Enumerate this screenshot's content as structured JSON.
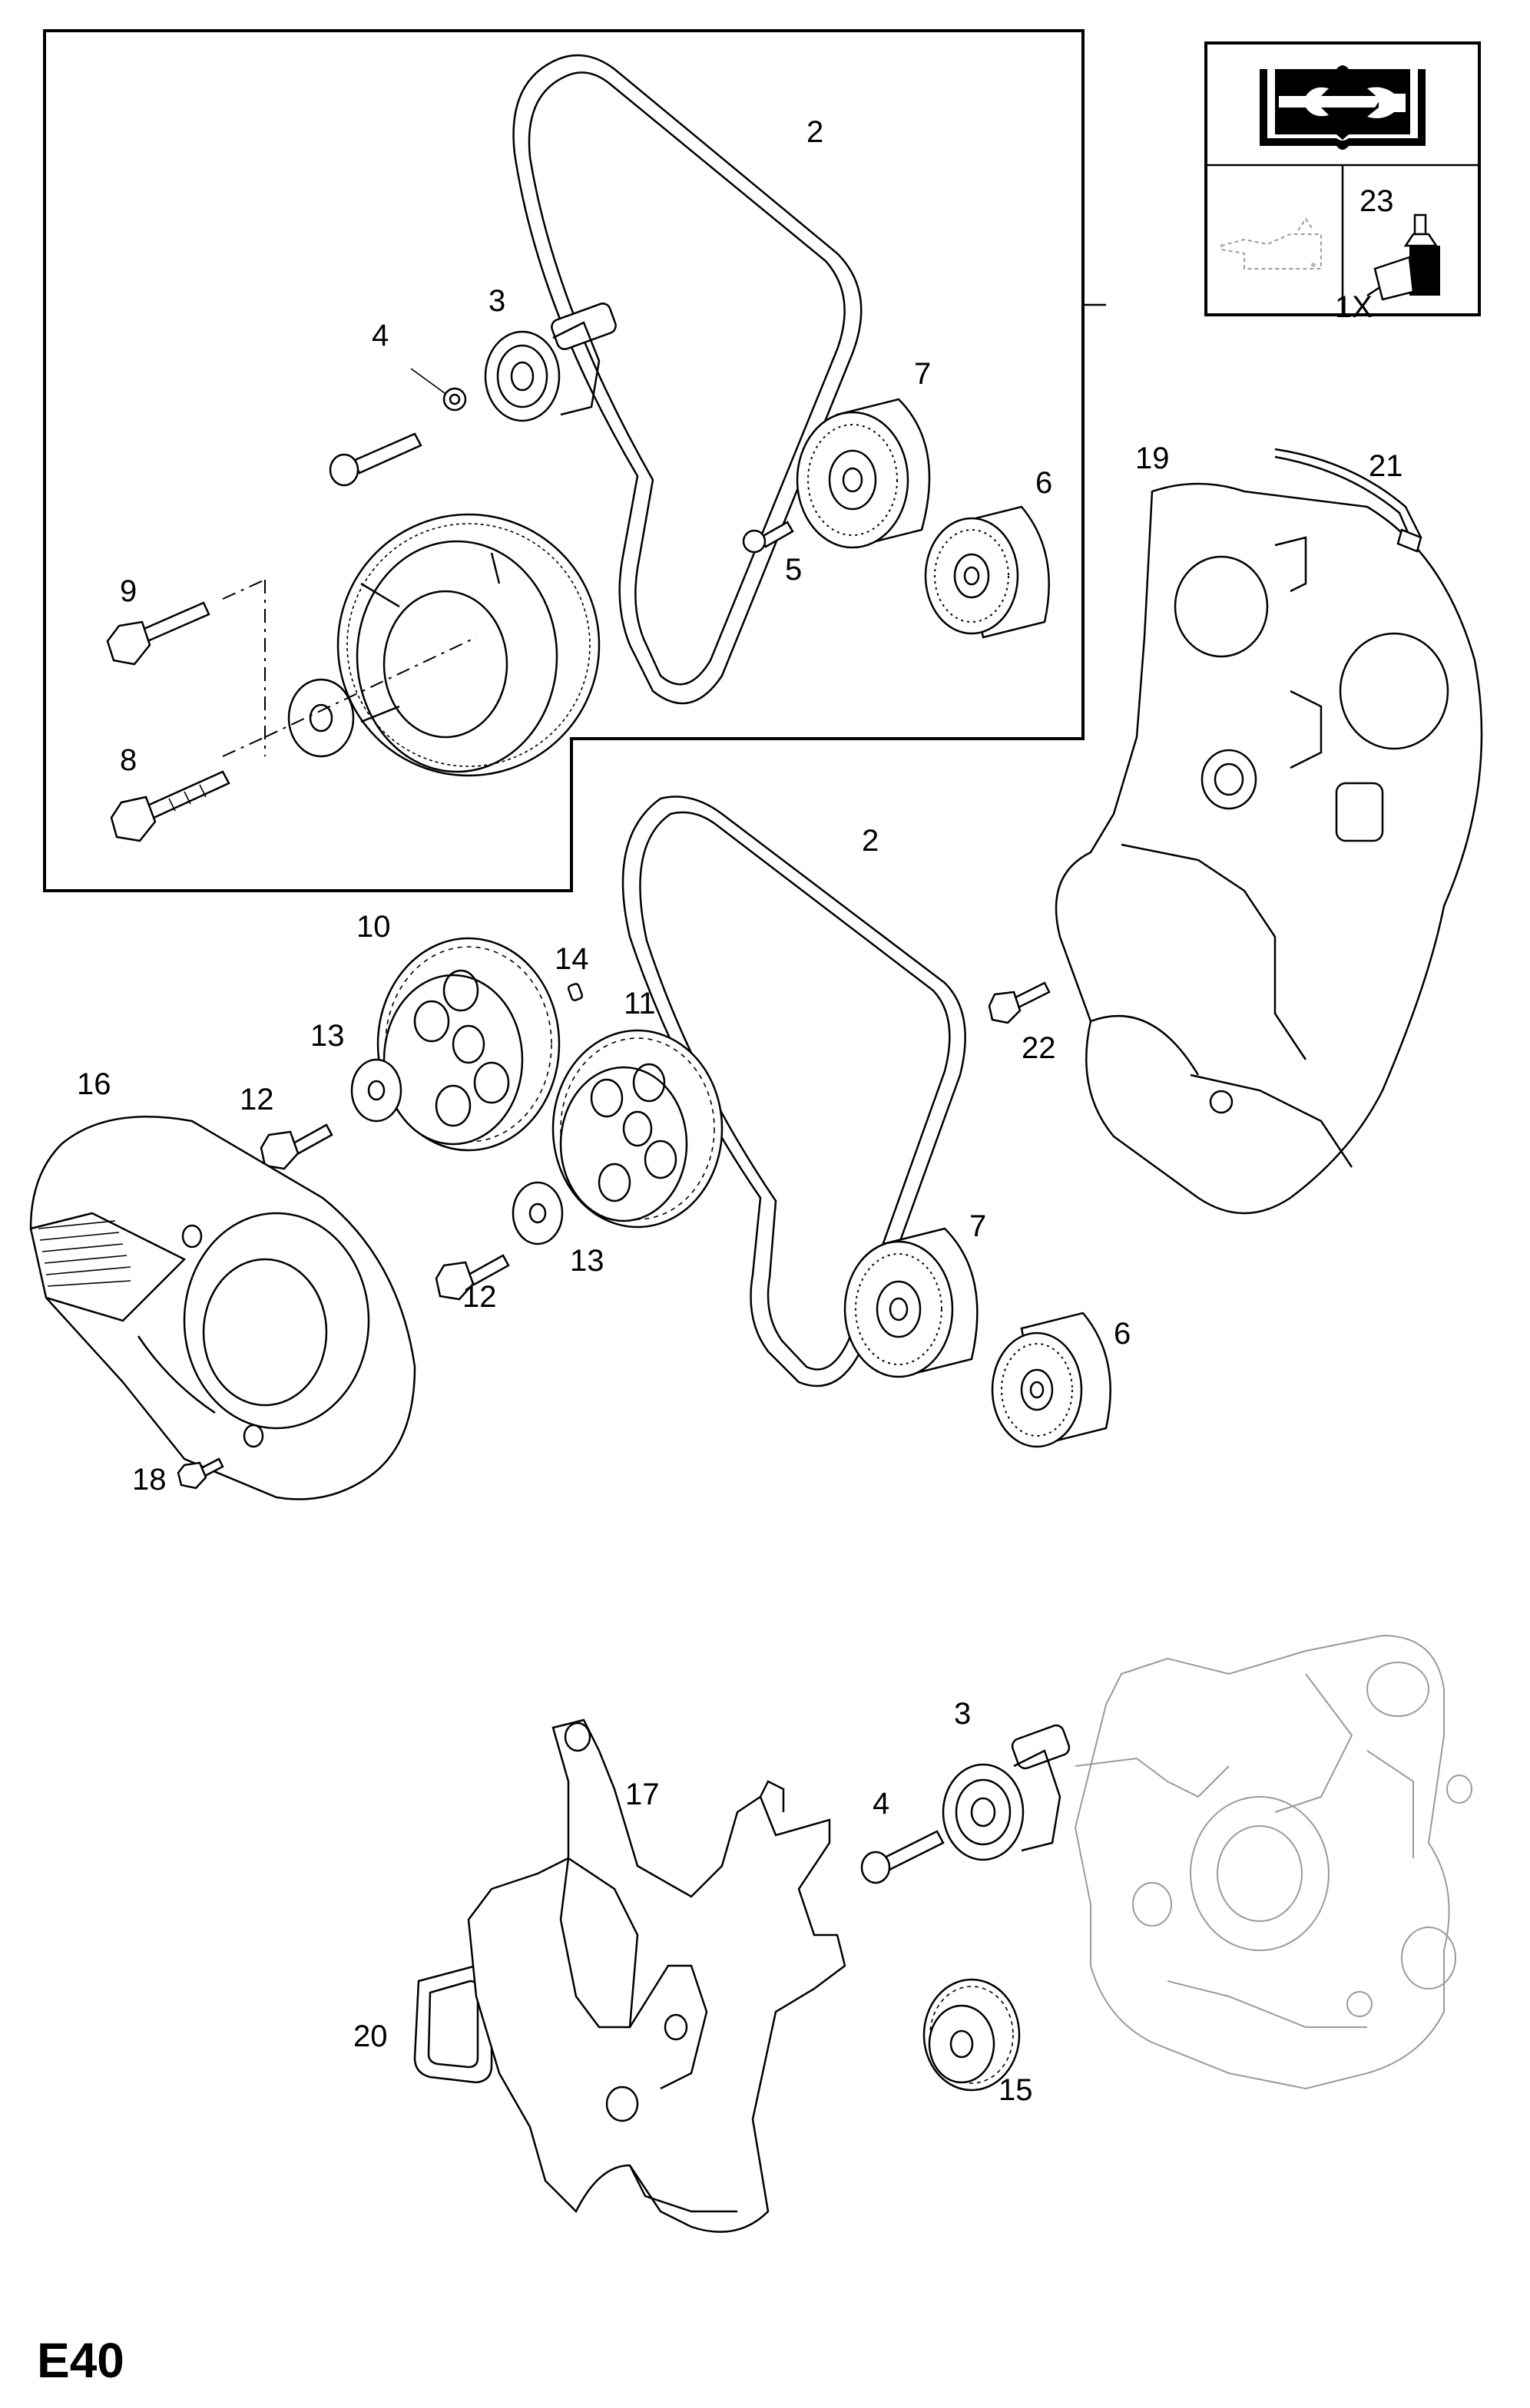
{
  "page_id": "E40",
  "kit": {
    "bracket_label": "1X"
  },
  "legend": {
    "item_label": "23",
    "icons": [
      "service-manual-icon",
      "oil-can-icon",
      "sealant-bottle-icon"
    ]
  },
  "callouts": {
    "c2_top": "2",
    "c3_top": "3",
    "c4_top": "4",
    "c5": "5",
    "c6_top": "6",
    "c7_top": "7",
    "c8": "8",
    "c9": "9",
    "c19": "19",
    "c21": "21",
    "c2_mid": "2",
    "c10": "10",
    "c14": "14",
    "c11": "11",
    "c13_a": "13",
    "c12_a": "12",
    "c16": "16",
    "c13_b": "13",
    "c12_b": "12",
    "c22": "22",
    "c7_mid": "7",
    "c6_mid": "6",
    "c18": "18",
    "c3_bot": "3",
    "c17": "17",
    "c4_bot": "4",
    "c20": "20",
    "c15": "15"
  }
}
